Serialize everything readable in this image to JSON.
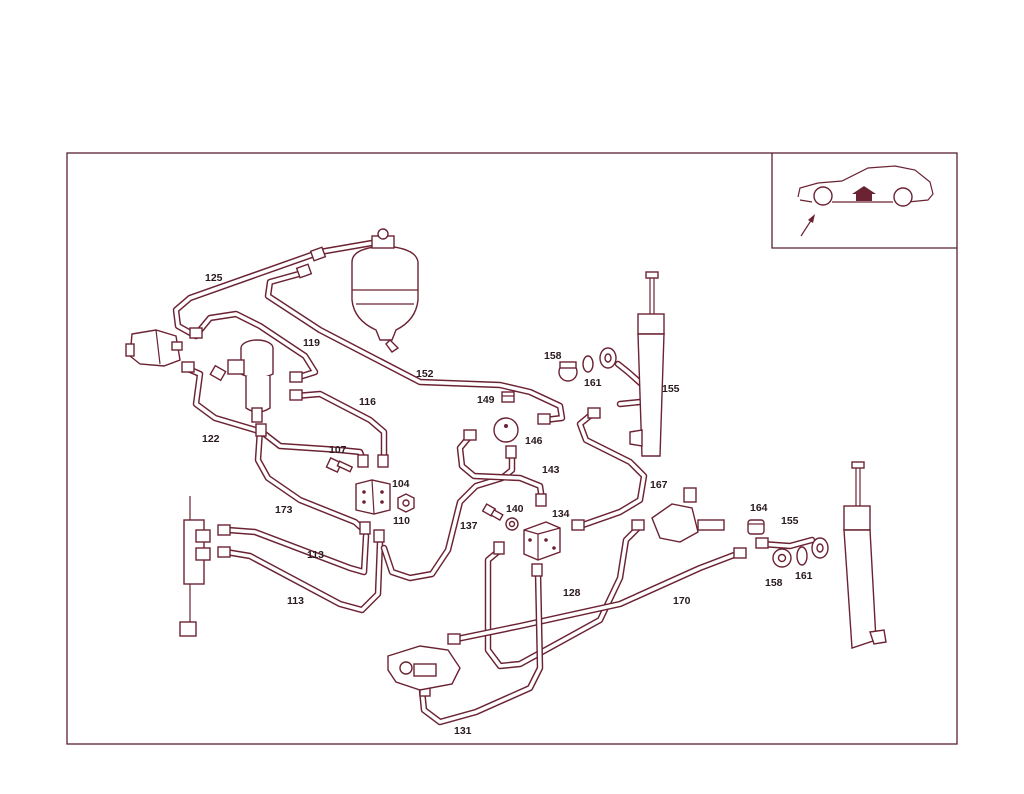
{
  "diagram": {
    "labels": {
      "l125": "125",
      "l119": "119",
      "l152": "152",
      "l122": "122",
      "l116": "116",
      "l107": "107",
      "l104": "104",
      "l110": "110",
      "l173": "173",
      "l113a": "113",
      "l113b": "113",
      "l149": "149",
      "l146": "146",
      "l143": "143",
      "l140": "140",
      "l137": "137",
      "l134": "134",
      "l128": "128",
      "l131": "131",
      "l158a": "158",
      "l161a": "161",
      "l155a": "155",
      "l167": "167",
      "l164": "164",
      "l155b": "155",
      "l161b": "161",
      "l158b": "158",
      "l170": "170"
    },
    "inset": {
      "icon": "car-front-arrow-icon"
    },
    "colors": {
      "line": "#6b2333",
      "frame": "#5a2030",
      "text": "#2a1a1e"
    }
  }
}
